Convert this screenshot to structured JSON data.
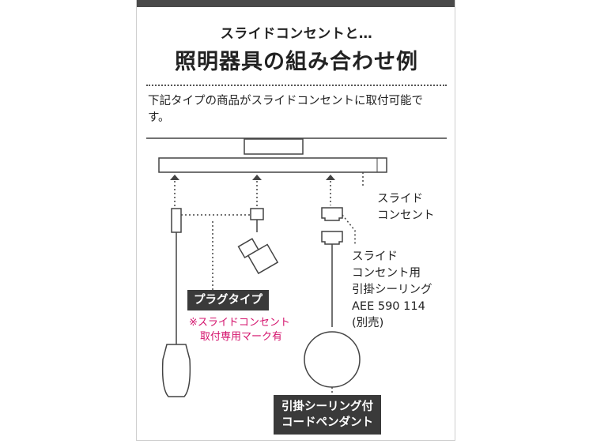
{
  "header": {
    "subtitle": "スライドコンセントと…",
    "title": "照明器具の組み合わせ例"
  },
  "intro_text": "下記タイプの商品がスライドコンセントに取付可能です。",
  "labels": {
    "slide_outlet_line1": "スライド",
    "slide_outlet_line2": "コンセント",
    "ceiling_line1": "スライド",
    "ceiling_line2": "コンセント用",
    "ceiling_line3": "引掛シーリング",
    "ceiling_line4": "AEE 590 114",
    "ceiling_line5": "(別売)",
    "plug_type": "プラグタイプ",
    "plug_note_line1": "※スライドコンセント",
    "plug_note_line2": "取付専用マーク有",
    "pendant_line1": "引掛シーリング付",
    "pendant_line2": "コードペンダント"
  },
  "colors": {
    "topbar": "#4a4a4a",
    "label_bg": "#3a3a3a",
    "note": "#d4126c"
  }
}
